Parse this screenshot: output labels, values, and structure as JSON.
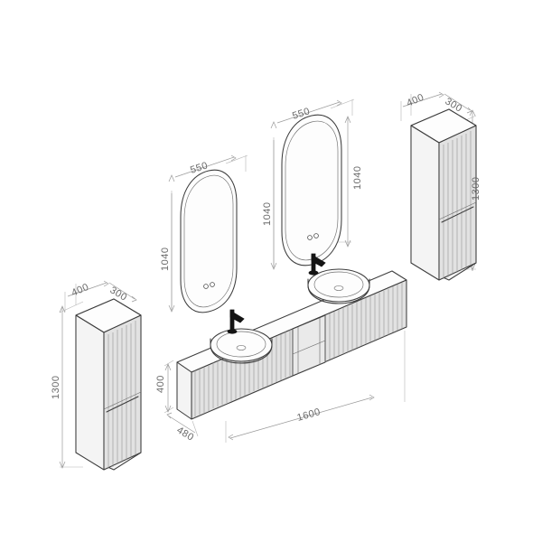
{
  "drawing": {
    "title": "Bathroom Furniture Set - Isometric Technical Drawing",
    "background_color": "#ffffff",
    "line_color": "#3c3c3c",
    "dimension_color": "#6a6a6a",
    "accent_color": "#141414",
    "unit": "mm"
  },
  "items": {
    "mirror_left": {
      "name": "Oval LED Mirror (left)",
      "width": "550",
      "height": "1040",
      "sensors": 2
    },
    "mirror_right": {
      "name": "Oval LED Mirror (right)",
      "width": "550",
      "height": "1040",
      "sensors": 2
    },
    "vanity": {
      "name": "Double Basin Fluted Vanity Unit",
      "width": "1600",
      "height": "400",
      "depth": "480",
      "basins": 2,
      "faucets": 2,
      "open_niche": 1
    },
    "tall_cabinet_left": {
      "name": "Tall Fluted Side Cabinet (left)",
      "width": "400",
      "depth": "300",
      "height": "1300",
      "doors": 2
    },
    "tall_cabinet_right": {
      "name": "Tall Fluted Side Cabinet (right)",
      "width": "400",
      "depth": "300",
      "height": "1300",
      "doors": 2
    }
  },
  "dimension_labels": {
    "mirror_left_width": "550",
    "mirror_left_height": "1040",
    "mirror_right_width": "550",
    "mirror_right_height_near": "1040",
    "mirror_right_height_far": "1040",
    "vanity_width": "1600",
    "vanity_height": "400",
    "vanity_depth": "480",
    "cab_left_width": "400",
    "cab_left_depth": "300",
    "cab_left_height": "1300",
    "cab_right_width": "400",
    "cab_right_depth": "300",
    "cab_right_height": "1300"
  }
}
